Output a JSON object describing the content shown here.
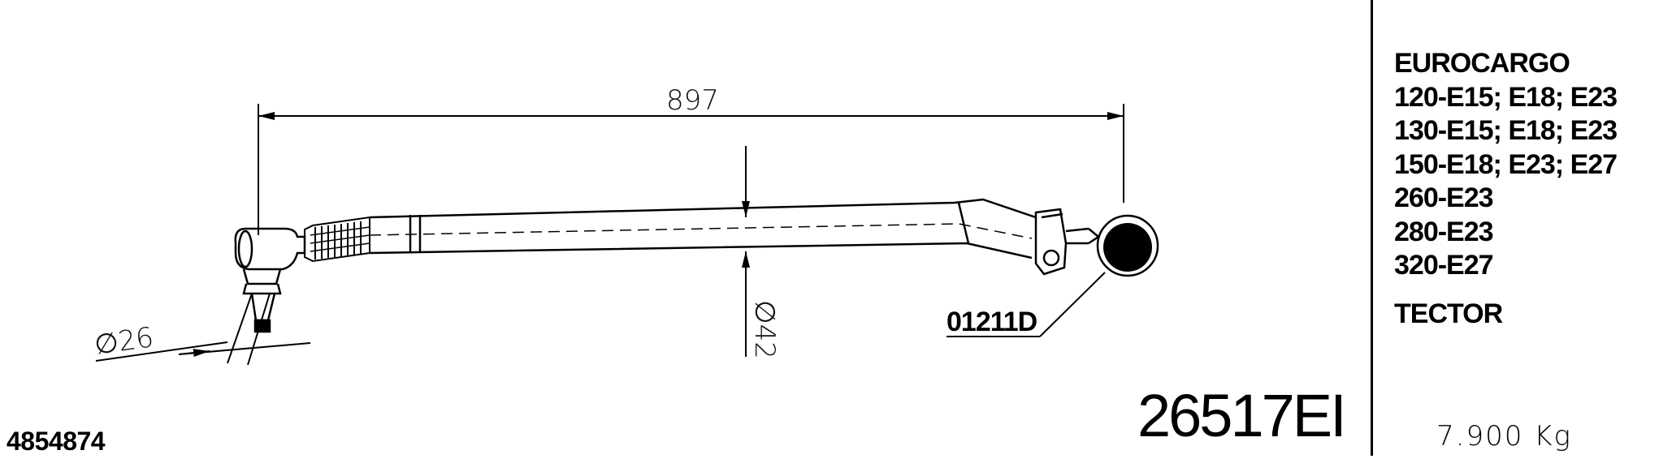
{
  "drawing": {
    "dim_length": "897",
    "dim_ball_diameter": "∅26",
    "dim_tube_diameter": "∅42",
    "clamp_ref": "01211D"
  },
  "part_number": "26517EI",
  "oe_number": "4854874",
  "weight": "7.900 Kg",
  "applications": {
    "lines": [
      "EUROCARGO",
      "120-E15;  E18;  E23",
      "130-E15;  E18;  E23",
      "150-E18;  E23;  E27",
      "260-E23",
      "280-E23",
      "320-E27"
    ],
    "extra": "TECTOR"
  }
}
